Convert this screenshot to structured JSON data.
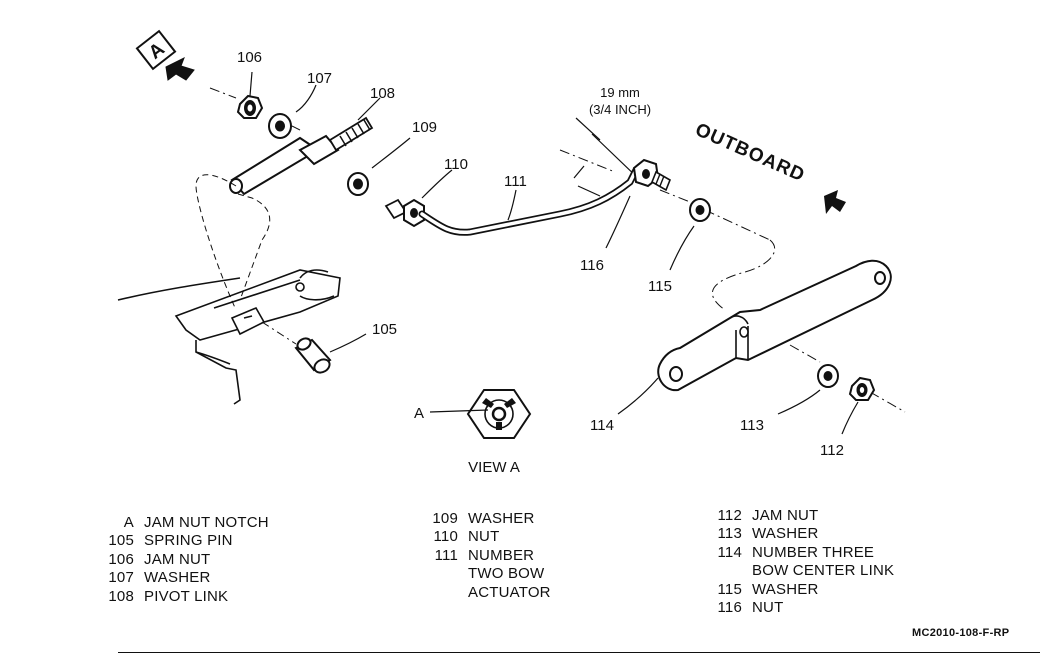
{
  "callouts": {
    "c106": "106",
    "c107": "107",
    "c108": "108",
    "c109": "109",
    "c110": "110",
    "c111": "111",
    "c116": "116",
    "c115": "115",
    "c105": "105",
    "c114": "114",
    "c113": "113",
    "c112": "112",
    "cA": "A"
  },
  "dimension": {
    "metric": "19 mm",
    "imperial": "(3/4 INCH)"
  },
  "direction": {
    "view_letter": "A",
    "outboard": "OUTBOARD"
  },
  "view_caption": "VIEW A",
  "legend": {
    "col1": [
      {
        "code": "A",
        "desc": "JAM NUT NOTCH"
      },
      {
        "code": "105",
        "desc": "SPRING PIN"
      },
      {
        "code": "106",
        "desc": "JAM NUT"
      },
      {
        "code": "107",
        "desc": "WASHER"
      },
      {
        "code": "108",
        "desc": "PIVOT LINK"
      }
    ],
    "col2": [
      {
        "code": "109",
        "desc": "WASHER"
      },
      {
        "code": "110",
        "desc": "NUT"
      },
      {
        "code": "111",
        "desc": "NUMBER"
      },
      {
        "code": "",
        "desc": "TWO BOW"
      },
      {
        "code": "",
        "desc": "ACTUATOR"
      }
    ],
    "col3": [
      {
        "code": "112",
        "desc": "JAM NUT"
      },
      {
        "code": "113",
        "desc": "WASHER"
      },
      {
        "code": "114",
        "desc": "NUMBER THREE"
      },
      {
        "code": "",
        "desc": "BOW CENTER LINK"
      },
      {
        "code": "115",
        "desc": "WASHER"
      },
      {
        "code": "116",
        "desc": "NUT"
      }
    ]
  },
  "figure_code": "MC2010-108-F-RP"
}
